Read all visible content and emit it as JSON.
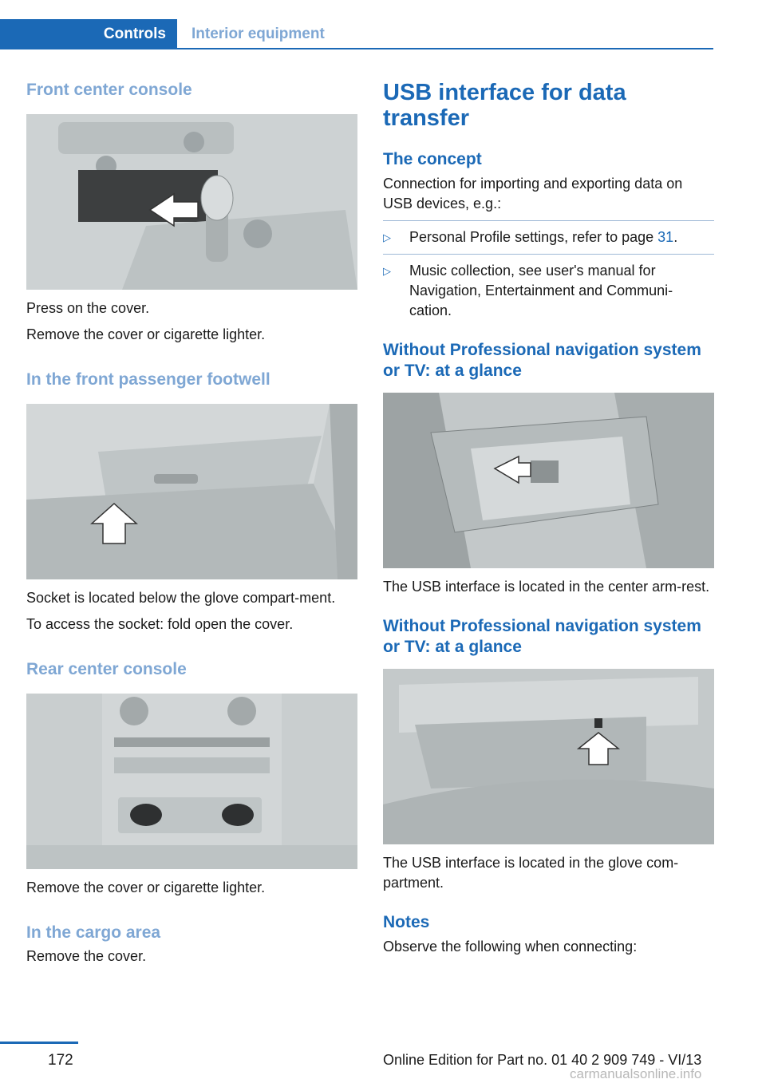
{
  "header": {
    "section": "Controls",
    "subsection": "Interior equipment"
  },
  "left": {
    "front_heading": "Front center console",
    "front_p1": "Press on the cover.",
    "front_p2": "Remove the cover or cigarette lighter.",
    "footwell_heading": "In the front passenger footwell",
    "footwell_p1": "Socket is located below the glove compart‐ment.",
    "footwell_p2": "To access the socket: fold open the cover.",
    "rear_heading": "Rear center console",
    "rear_p1": "Remove the cover or cigarette lighter.",
    "cargo_heading": "In the cargo area",
    "cargo_p1": "Remove the cover."
  },
  "right": {
    "title": "USB interface for data transfer",
    "concept_heading": "The concept",
    "concept_p": "Connection for importing and exporting data on USB devices, e.g.:",
    "bullet1_text": "Personal Profile settings, refer to page ",
    "bullet1_link": "31",
    "bullet1_end": ".",
    "bullet2_text": "Music collection, see user's manual for Navigation, Entertainment and Communi‐cation.",
    "glance1_heading": "Without Professional navigation system or TV: at a glance",
    "glance1_p": "The USB interface is located in the center arm‐rest.",
    "glance2_heading": "Without Professional navigation system or TV: at a glance",
    "glance2_p": "The USB interface is located in the glove com‐partment.",
    "notes_heading": "Notes",
    "notes_p": "Observe the following when connecting:"
  },
  "footer": {
    "page_number": "172",
    "edition": "Online Edition for Part no. 01 40 2 909 749 - VI/13",
    "watermark": "carmanualsonline.info"
  }
}
